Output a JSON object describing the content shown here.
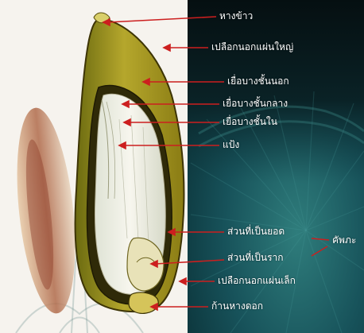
{
  "colors": {
    "panel": "#0f3d44",
    "panel_top": "#061517",
    "arrow": "#cc1f1f",
    "husk": "#9b8e1c",
    "husk_dark": "#4a3f06",
    "endosperm": "#f1efe3"
  },
  "labels": [
    {
      "id": "awn",
      "text": "หางข้าว"
    },
    {
      "id": "lemma",
      "text": "เปลือกนอกแผ่นใหญ่"
    },
    {
      "id": "outer-membrane",
      "text": "เยื่อบางชั้นนอก"
    },
    {
      "id": "middle-membrane",
      "text": "เยื่อบางชั้นกลาง"
    },
    {
      "id": "inner-membrane",
      "text": "เยื่อบางชั้นใน"
    },
    {
      "id": "starch",
      "text": "แป้ง"
    },
    {
      "id": "shoot-part",
      "text": "ส่วนที่เป็นยอด"
    },
    {
      "id": "root-part",
      "text": "ส่วนที่เป็นราก"
    },
    {
      "id": "palea",
      "text": "เปลือกนอกแผ่นเล็ก"
    },
    {
      "id": "pedicel",
      "text": "ก้านหางดอก"
    }
  ],
  "embryo_label": "คัพภะ"
}
